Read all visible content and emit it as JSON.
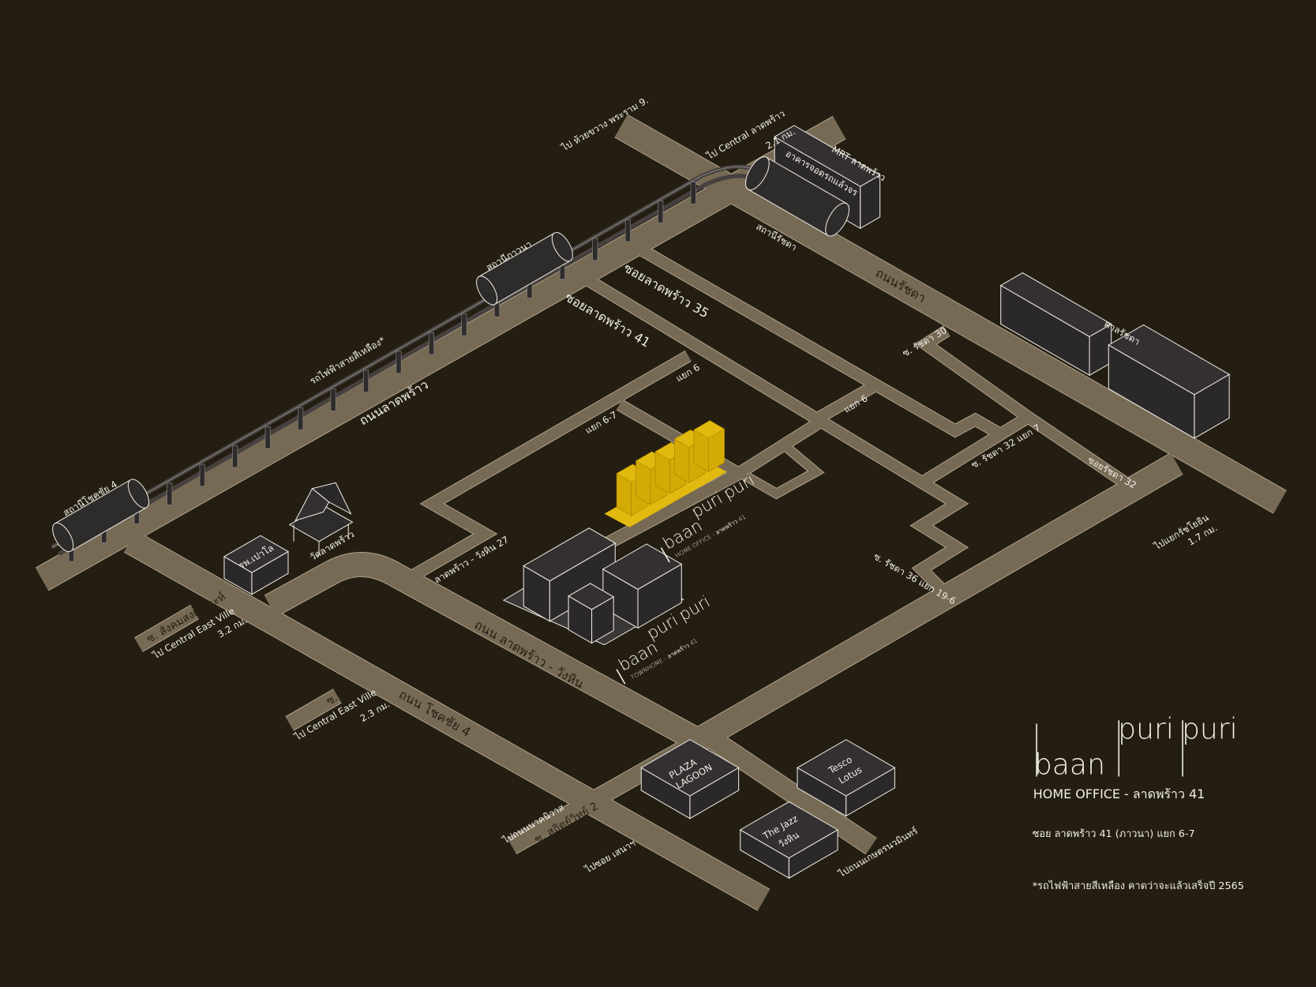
{
  "colors": {
    "background": "#241e12",
    "road": "#766a55",
    "highlight": "#e2b90f",
    "text": "#f2efe8"
  },
  "roads": {
    "ladprao": "ถนนลาดพร้าว",
    "ratchada": "ถนนรัชดา",
    "soi35": "ซอยลาดพร้าว 35",
    "soi41": "ซอยลาดพร้าว 41",
    "ladprao_wanghin": "ถนน ลาดพร้าว - วังหิน",
    "chokchai4": "ถนน โชคชัย 4",
    "soi_ratchada32_main": "ซอย รัชดา 32",
    "yaek6_a": "แยก 6",
    "yaek6_b": "แยก 6",
    "yaek67": "แยก 6-7",
    "ratchada30": "ซ. รัชดา 30",
    "ratchada32_7": "ซ. รัชดา 32 แยก 7",
    "soi_ratchada32": "ซอยรัชดา 32",
    "ratchada36": "ซ. รัชดา 36 แยก 19-6",
    "wanghin27": "ลาดพร้าว - วังหิน 27",
    "sangkhom": "ซ. สังคมสงเคราะห์",
    "soi18": "ซ. 18",
    "sathit2": "ซ. สถิตย์วิทย์ 2"
  },
  "directions": {
    "huai_khwang": "ไป ห้วยขวาง พระราม 9.",
    "central_ladprao": "ไป Central ลาดพร้าว",
    "central_ladprao_km": "2.1 กม.",
    "ratchayothin": "ไปแยกรัชโยธิน",
    "ratchayothin_km": "1.7 กม.",
    "eastville_1": "ไป Central East Ville",
    "eastville_1_km": "3.2 กม.",
    "eastville_2": "ไป Central East Ville",
    "eastville_2_km": "2.3 กม.",
    "nakniwat": "ไปถนนนาคนิวาส",
    "sena": "ไปซอย เสนาฯ",
    "kaset": "ไปถนนเกษตรนวมินทร์"
  },
  "transit": {
    "yellow_line": "รถไฟฟ้าสายสีเหลือง*",
    "station_chokchai": "สถานีโชคชัย 4",
    "station_phawana": "สถานีภาวนา",
    "station_ratchada": "สถานีรัชดา",
    "mrt": "MRT ลาดพร้าว",
    "park_ride": "อาคารจอดรถแล้วจร"
  },
  "landmarks": {
    "court": "ศาลรัชดา",
    "temple": "วัดลาดพร้าว",
    "hospital": "รพ.เปาโล",
    "plaza_1": "PLAZA",
    "plaza_2": "LAGOON",
    "tesco_1": "Tesco",
    "tesco_2": "Lotus",
    "jazz_1": "The Jazz",
    "jazz_2": "วังหิน"
  },
  "projects": {
    "home_office": {
      "baan": "baan",
      "puri1": "puri",
      "puri2": "puri",
      "sub": "HOME OFFICE - ลาดพร้าว 41"
    },
    "townhome": {
      "baan": "baan",
      "puri1": "puri",
      "puri2": "puri",
      "sub": "TOWNHOME - ลาดพร้าว 41"
    }
  },
  "panel": {
    "baan": "baan",
    "puri1": "puri",
    "puri2": "puri",
    "subtitle": "HOME OFFICE  -  ลาดพร้าว 41",
    "address": "ซอย ลาดพร้าว 41 (ภาวนา) แยก 6-7",
    "note": "*รถไฟฟ้าสายสีเหลือง คาดว่าจะแล้วเสร็จปี 2565"
  }
}
